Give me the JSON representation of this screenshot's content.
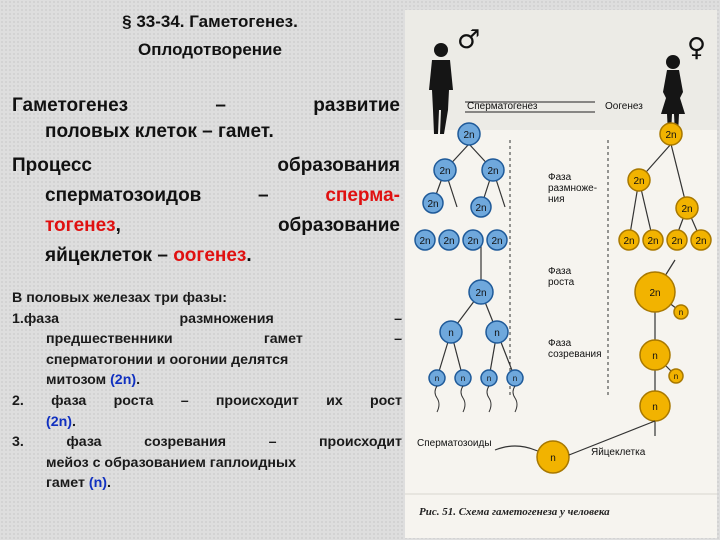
{
  "title": {
    "line1": "§ 33-34. Гаметогенез.",
    "line2": "Оплодотворение"
  },
  "intro": {
    "l1": [
      "Гаметогенез",
      "–",
      "развитие"
    ],
    "l2": "половых клеток – гамет.",
    "l3": [
      "Процесс",
      "образования"
    ],
    "l4": [
      "сперматозоидов",
      "–",
      "сперма-"
    ],
    "l5": [
      "тогенез",
      ",",
      "образование"
    ],
    "l6": [
      "яйцеклеток – ",
      "оогенез",
      "."
    ]
  },
  "phases": {
    "header": "В половых железах три фазы:",
    "p1": [
      "1.фаза",
      "размножения",
      "–"
    ],
    "p2": [
      "предшественники",
      "гамет",
      "–"
    ],
    "p3": "сперматогонии и оогонии делятся",
    "p4": [
      "митозом ",
      "(2n)",
      "."
    ],
    "p5": [
      "2.",
      "фаза",
      "роста",
      "–",
      "происходит",
      "их",
      "рост"
    ],
    "p6": [
      "(2n)",
      "."
    ],
    "p7": [
      "3.",
      "фаза",
      "созревания",
      "–",
      "происходит"
    ],
    "p8": "мейоз с образованием гаплоидных",
    "p9": [
      "гамет ",
      "(n)",
      "."
    ]
  },
  "figure": {
    "male_symbol": "♂",
    "female_symbol": "♀",
    "label_spermatogenesis": "Сперматогенез",
    "label_oogenesis": "Оогенез",
    "phase_multiplication": [
      "Фаза",
      "размноже-",
      "ния"
    ],
    "phase_growth": [
      "Фаза",
      "роста"
    ],
    "phase_maturation": [
      "Фаза",
      "созревания"
    ],
    "label_sperm": "Сперматозоиды",
    "label_egg": "Яйцеклетка",
    "caption": "Рис. 51. Схема гаметогенеза у человека",
    "diploid": "2n",
    "haploid": "n",
    "colors": {
      "male_cell": "#6fa8dc",
      "female_cell": "#f2b300",
      "male_stroke": "#1f5a99",
      "female_stroke": "#a87800"
    }
  }
}
